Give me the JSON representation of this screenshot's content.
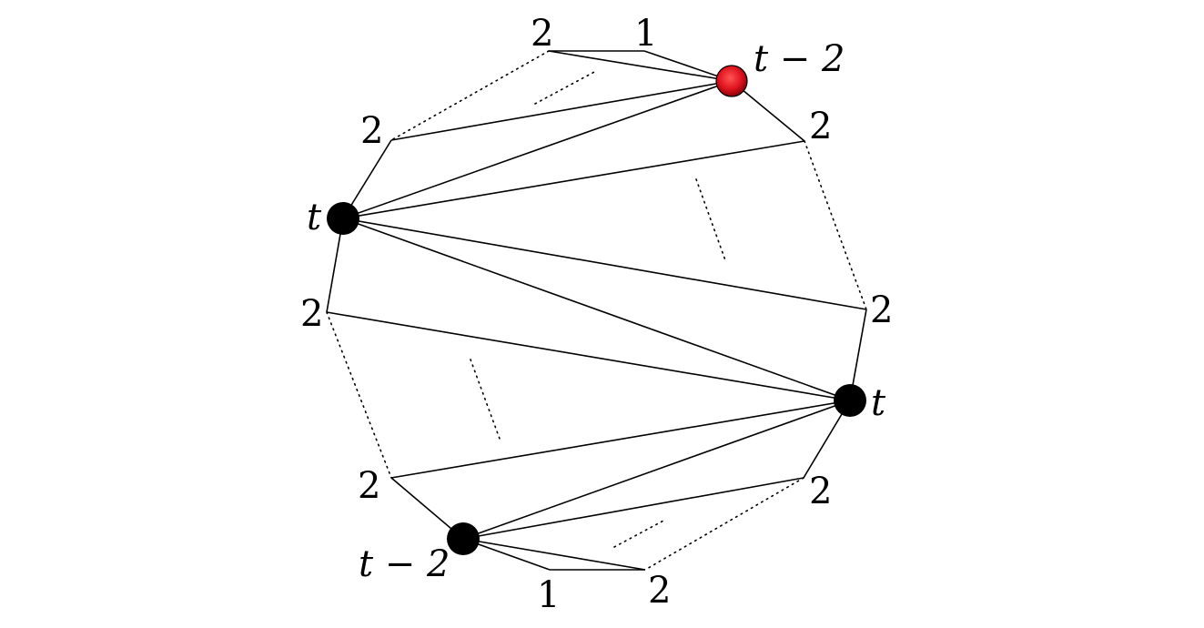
{
  "labels": {
    "top_left_2": "2",
    "top_1": "1",
    "top_red_label": "t − 2",
    "upper_right_2": "2",
    "upper_left_2": "2",
    "left_t": "t",
    "mid_left_2": "2",
    "mid_right_2": "2",
    "right_t": "t",
    "lower_left_2": "2",
    "lower_right_2": "2",
    "bottom_t2": "t − 2",
    "bottom_1": "1",
    "bottom_2": "2"
  },
  "colors": {
    "highlight_vertex": "#e0141f",
    "vertex": "#000000",
    "line": "#000000"
  }
}
